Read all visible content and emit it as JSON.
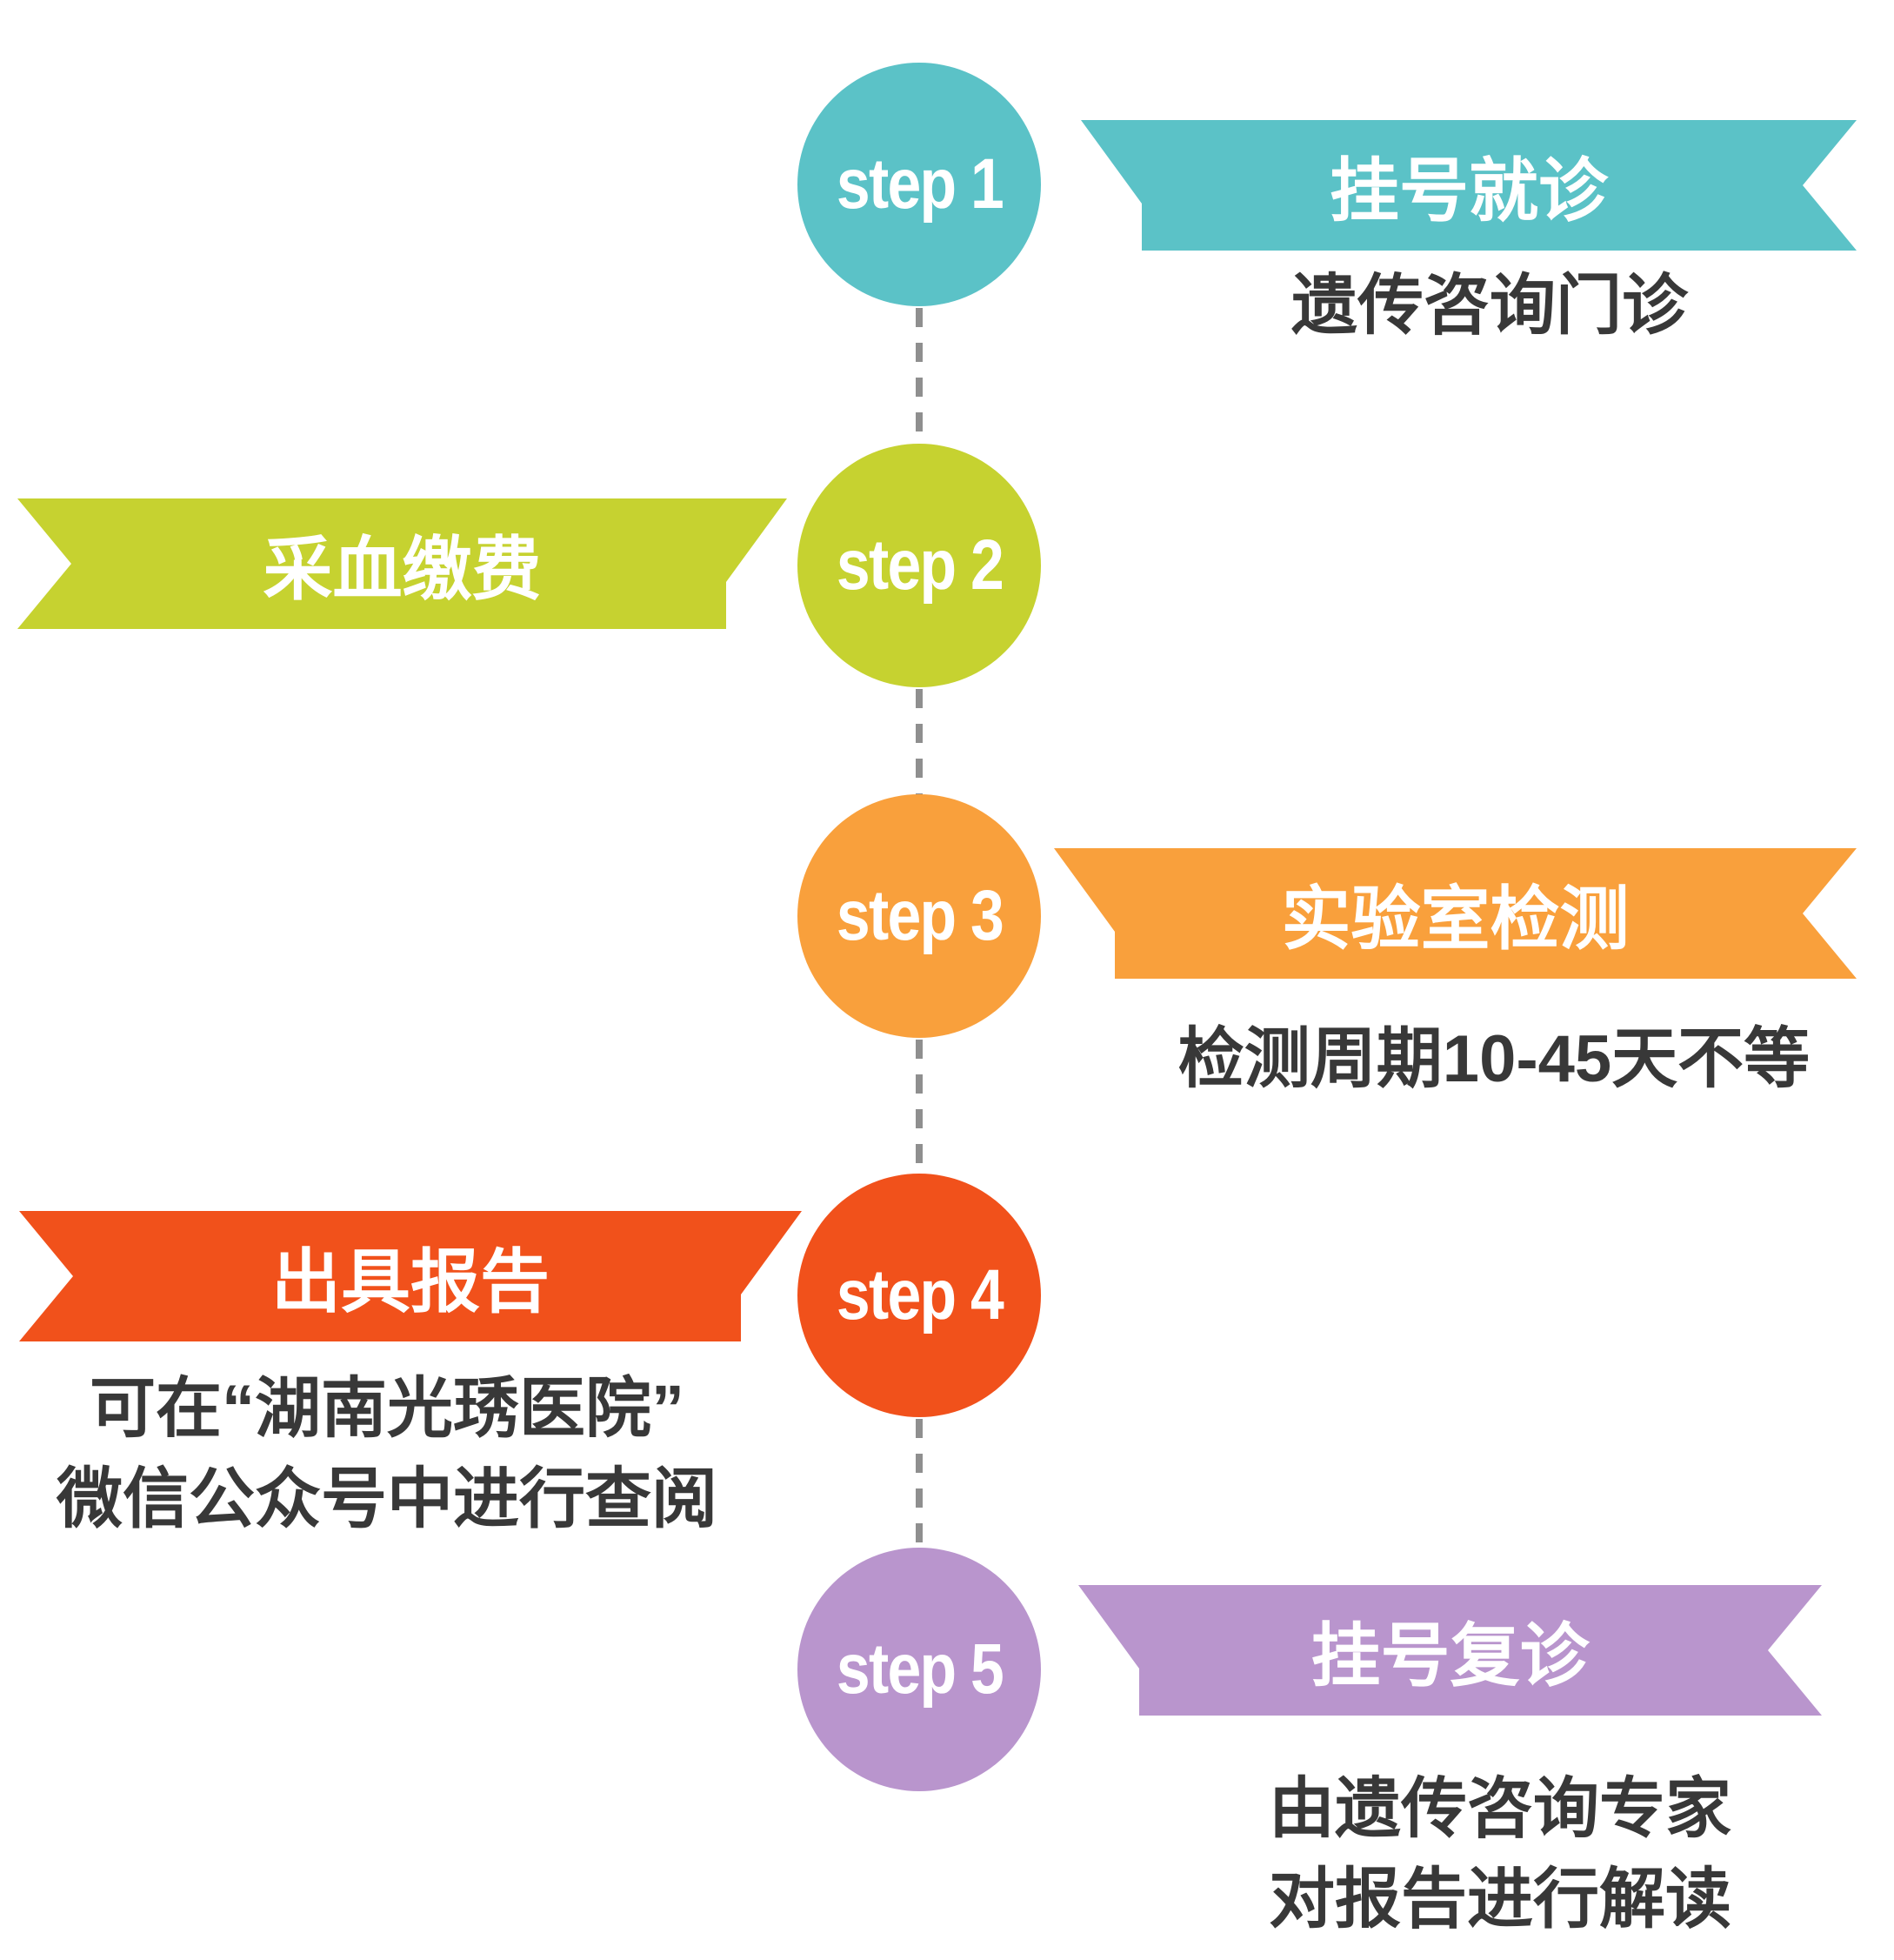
{
  "diagram": {
    "description_visible_text_only": true,
    "steps": [
      {
        "label": "step 1",
        "circle_color": "#5BC2C7",
        "banner": {
          "side": "right",
          "title": "挂号就诊"
        },
        "note": {
          "lines": [
            "遗传咨询门诊"
          ]
        }
      },
      {
        "label": "step 2",
        "circle_color": "#C6D230",
        "banner": {
          "side": "left",
          "title": "采血缴费"
        },
        "note": null
      },
      {
        "label": "step 3",
        "circle_color": "#F9A03C",
        "banner": {
          "side": "right",
          "title": "实验室检测"
        },
        "note": {
          "lines": [
            "检测周期10-45天不等"
          ]
        }
      },
      {
        "label": "step 4",
        "circle_color": "#F1511B",
        "banner": {
          "side": "left",
          "title": "出具报告"
        },
        "note": {
          "lines": [
            "可在“湖南光琇医院”",
            "微信公众号中进行查阅"
          ]
        }
      },
      {
        "label": "step 5",
        "circle_color": "#B995CD",
        "banner": {
          "side": "right",
          "title": "挂号复诊"
        },
        "note": {
          "lines": [
            "由遗传咨询专家",
            "对报告进行解读"
          ]
        }
      }
    ],
    "colors": {
      "step1_teal": "#5BC2C7",
      "step2_green": "#C6D230",
      "step3_orange": "#F9A03C",
      "step4_red_orange": "#F1511B",
      "step5_purple": "#B995CD",
      "banner_text": "#FFFFFF",
      "circle_text": "#FFFFFF",
      "note_text": "#383838",
      "connector_gray": "#8F8F8F",
      "background": "#FFFFFF"
    }
  }
}
